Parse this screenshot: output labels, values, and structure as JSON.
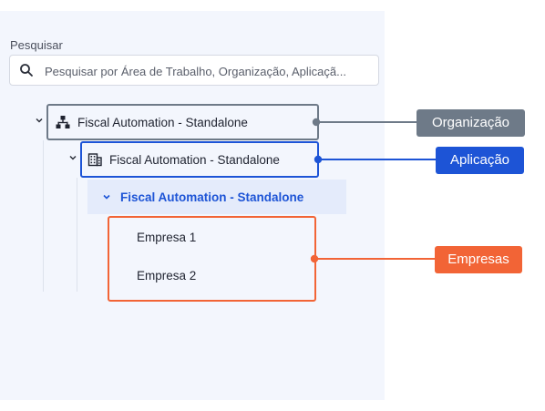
{
  "search": {
    "label": "Pesquisar",
    "placeholder": "Pesquisar por Área de Trabalho, Organização, Aplicaçã...",
    "value": ""
  },
  "tree": {
    "organization": {
      "label": "Fiscal Automation - Standalone",
      "icon": "sitemap-icon"
    },
    "application": {
      "label": "Fiscal Automation - Standalone",
      "icon": "building-icon"
    },
    "sub_item": {
      "label": "Fiscal Automation - Standalone"
    },
    "companies": [
      {
        "label": "Empresa 1"
      },
      {
        "label": "Empresa 2"
      }
    ]
  },
  "callouts": {
    "organization": {
      "label": "Organização",
      "color": "#6e7a88"
    },
    "application": {
      "label": "Aplicação",
      "color": "#1d54d6"
    },
    "companies": {
      "label": "Empresas",
      "color": "#f26436"
    }
  }
}
